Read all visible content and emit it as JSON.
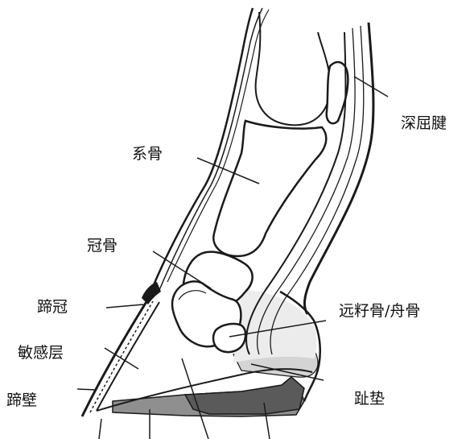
{
  "labels": {
    "deep_flexor_tendon": "深屈腱",
    "long_pastern": "系骨",
    "short_pastern": "冠骨",
    "coronet": "蹄冠",
    "navicular": "远籽骨/舟骨",
    "sensitive_laminae": "敏感层",
    "digital_cushion": "趾垫",
    "hoof_wall": "蹄壁"
  },
  "colors": {
    "line": "#1a1a1a",
    "sole": "#8f8f8f",
    "frog": "#5a5a5a",
    "cushion": "#d4d4d4"
  }
}
